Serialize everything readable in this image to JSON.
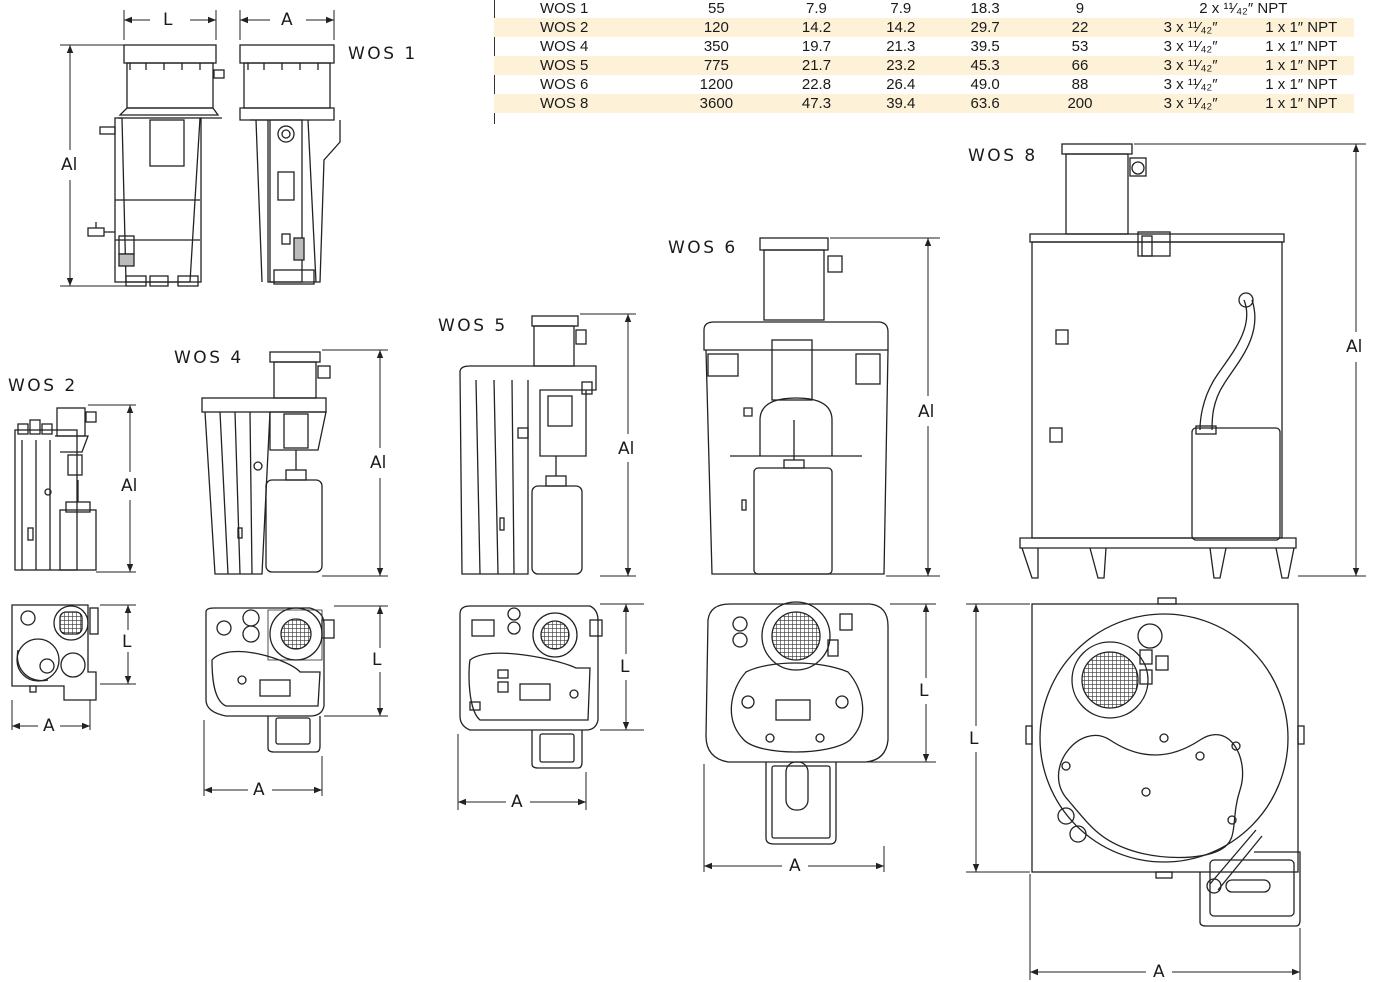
{
  "table": {
    "rows": [
      {
        "model": "WOS 1",
        "v1": "55",
        "v2": "7.9",
        "v3": "7.9",
        "v4": "18.3",
        "v5": "9",
        "inlet": "2 x ¹¹⁄₄₂″ NPT",
        "outlet": "",
        "merged": true
      },
      {
        "model": "WOS 2",
        "v1": "120",
        "v2": "14.2",
        "v3": "14.2",
        "v4": "29.7",
        "v5": "22",
        "inlet": "3 x ¹¹⁄₄₂″",
        "outlet": "1 x 1″ NPT"
      },
      {
        "model": "WOS 4",
        "v1": "350",
        "v2": "19.7",
        "v3": "21.3",
        "v4": "39.5",
        "v5": "53",
        "inlet": "3 x ¹¹⁄₄₂″",
        "outlet": "1 x 1″ NPT"
      },
      {
        "model": "WOS 5",
        "v1": "775",
        "v2": "21.7",
        "v3": "23.2",
        "v4": "45.3",
        "v5": "66",
        "inlet": "3 x ¹¹⁄₄₂″",
        "outlet": "1 x 1″ NPT"
      },
      {
        "model": "WOS 6",
        "v1": "1200",
        "v2": "22.8",
        "v3": "26.4",
        "v4": "49.0",
        "v5": "88",
        "inlet": "3 x ¹¹⁄₄₂″",
        "outlet": "1 x 1″ NPT"
      },
      {
        "model": "WOS 8",
        "v1": "3600",
        "v2": "47.3",
        "v3": "39.4",
        "v4": "63.6",
        "v5": "200",
        "inlet": "3 x ¹¹⁄₄₂″",
        "outlet": "1 x 1″ NPT"
      }
    ],
    "shade_color": "#fdf1d7"
  },
  "models": {
    "wos1": "WOS 1",
    "wos2": "WOS 2",
    "wos4": "WOS 4",
    "wos5": "WOS 5",
    "wos6": "WOS 6",
    "wos8": "WOS 8"
  },
  "dims": {
    "length": "L",
    "width": "A",
    "height": "Al"
  },
  "colors": {
    "line": "#222222",
    "fill": "#ffffff"
  }
}
